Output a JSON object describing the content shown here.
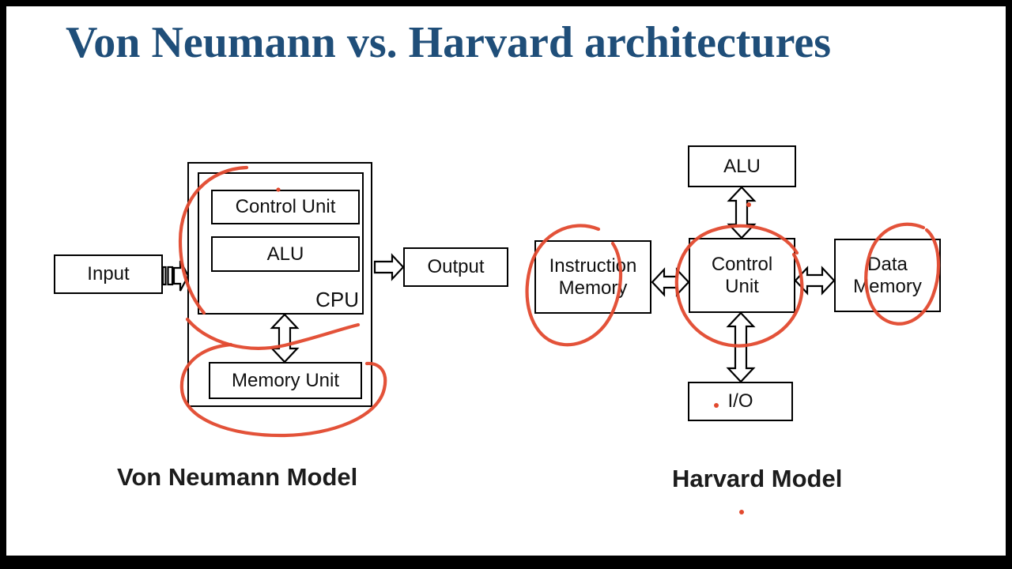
{
  "title": "Von Neumann vs. Harvard architectures",
  "von_neumann": {
    "model_label": "Von Neumann Model",
    "input": "Input",
    "control_unit": "Control Unit",
    "alu": "ALU",
    "cpu": "CPU",
    "output": "Output",
    "memory_unit": "Memory Unit"
  },
  "harvard": {
    "model_label": "Harvard Model",
    "alu": "ALU",
    "instruction_memory": "Instruction Memory",
    "control_unit": "Control Unit",
    "data_memory": "Data Memory",
    "io": "I/O"
  },
  "colors": {
    "title": "#1f4e79",
    "ink": "#000000",
    "annotation": "#e2492e",
    "background": "#ffffff",
    "letterbox": "#000000"
  },
  "annotations": {
    "description": "hand-drawn red pen marks over the diagram",
    "marks": [
      "arc-left-of-cpu",
      "swoosh-below-cpu",
      "loop-around-memory-unit",
      "dot-above-control-unit",
      "circle-around-instruction-memory",
      "circle-around-control-unit",
      "circle-around-data-memory",
      "dot-near-alu-arrow",
      "dot-near-io",
      "dot-below-harvard-label"
    ]
  }
}
